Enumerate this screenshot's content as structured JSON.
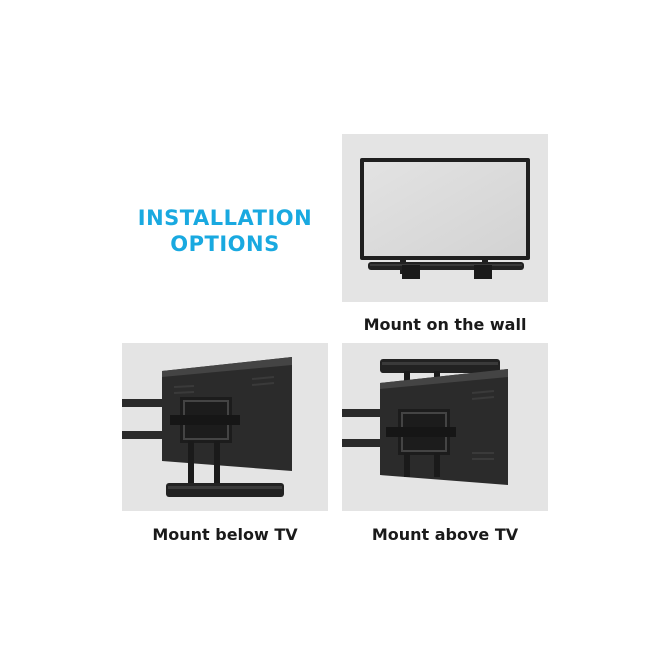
{
  "title": {
    "line1": "INSTALLATION",
    "line2": "OPTIONS",
    "color": "#19a9e0"
  },
  "options": [
    {
      "caption": "Mount on the wall",
      "illustration": "tv-wall-soundbar-icon"
    },
    {
      "caption": "Mount below TV",
      "illustration": "tv-arm-soundbar-below-icon"
    },
    {
      "caption": "Mount above TV",
      "illustration": "tv-arm-soundbar-above-icon"
    }
  ],
  "colors": {
    "panel_bg": "#e4e4e4",
    "screen": "#d0d0d0",
    "hardware": "#1f1f1f"
  }
}
